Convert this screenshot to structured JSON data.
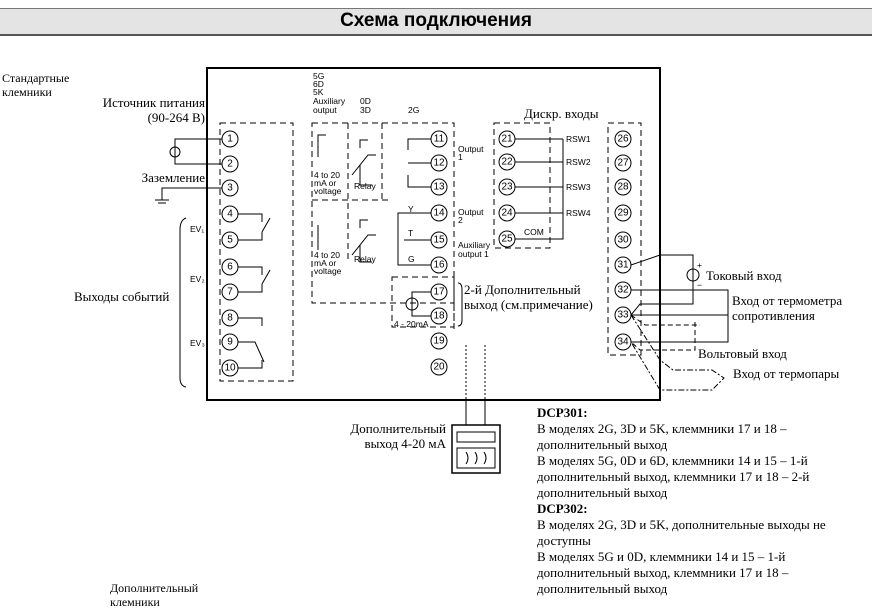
{
  "title": "Схема подключения",
  "labels": {
    "standard_terminals": "Стандартные клемники",
    "power_supply": "Источник питания",
    "power_voltage": "(90-264 В)",
    "ground": "Заземление",
    "event_outputs": "Выходы событий",
    "ev1": "EV₁",
    "ev2": "EV₂",
    "ev3": "EV₃",
    "discrete_inputs": "Дискр. входы",
    "second_aux_output": "2-й Дополнительный выход (см.примечание)",
    "current_input": "Токовый вход",
    "rtd_input": "Вход от термометра сопротивления",
    "voltage_input": "Вольтовый вход",
    "thermocouple_input": "Вход от термопары",
    "aux_output_4_20": "Дополнительный выход 4-20 мА",
    "additional_terminals": "Дополнительный клемники"
  },
  "diagram": {
    "models_aux": [
      "5G",
      "6D",
      "5K",
      "Auxiliary",
      "output"
    ],
    "models_relay": [
      "0D",
      "3D"
    ],
    "model_2g": "2G",
    "ma_or_voltage": [
      "4 to 20",
      "mA or",
      "voltage"
    ],
    "relay": "Relay",
    "output1": [
      "Output",
      "1"
    ],
    "output2": [
      "Output",
      "2"
    ],
    "aux_output1": [
      "Auxiliary",
      "output 1"
    ],
    "ytg": [
      "Y",
      "T",
      "G"
    ],
    "ma_4_20": "4 - 20mA",
    "rsw": [
      "RSW1",
      "RSW2",
      "RSW3",
      "RSW4"
    ],
    "com": "COM",
    "plus": "+",
    "minus": "−"
  },
  "terminals": {
    "left": [
      "1",
      "2",
      "3",
      "4",
      "5",
      "6",
      "7",
      "8",
      "9",
      "10"
    ],
    "middle": [
      "11",
      "12",
      "13",
      "14",
      "15",
      "16",
      "17",
      "18",
      "19",
      "20"
    ],
    "discrete": [
      "21",
      "22",
      "23",
      "24",
      "25"
    ],
    "right": [
      "26",
      "27",
      "28",
      "29",
      "30",
      "31",
      "32",
      "33",
      "34"
    ]
  },
  "notes": {
    "dcp301": "DCP301:",
    "dcp301_lines": [
      "В моделях 2G, 3D и 5K, клеммники 17 и 18 – дополнительный выход",
      "В моделях 5G, 0D и 6D, клеммники 14 и 15 – 1-й дополнительный выход, клеммники 17 и 18 – 2-й дополнительный выход"
    ],
    "dcp302": "DCP302:",
    "dcp302_lines": [
      "В моделях 2G, 3D и 5K, дополнительные выходы не доступны",
      "В моделях 5G и 0D, клеммники 14 и 15 – 1-й дополнительный выход, клеммники 17 и 18 – дополнительный выход"
    ]
  }
}
